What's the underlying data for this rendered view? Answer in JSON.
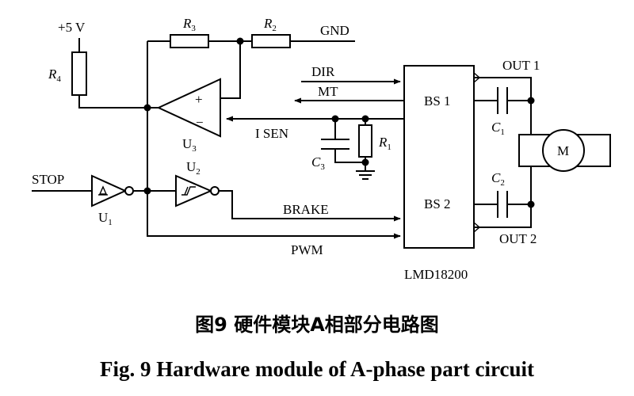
{
  "labels": {
    "vcc": "+5  V",
    "gnd": "GND",
    "stop": "STOP",
    "dir": "DIR",
    "mt": "MT",
    "isen": "I  SEN",
    "brake": "BRAKE",
    "pwm": "PWM",
    "bs1": "BS  1",
    "bs2": "BS  2",
    "out1": "OUT  1",
    "out2": "OUT  2",
    "chip": "LMD18200",
    "motor": "M",
    "opamp_plus": "+",
    "opamp_minus": "−"
  },
  "components": {
    "R4": {
      "letter": "R",
      "sub": "4"
    },
    "R3": {
      "letter": "R",
      "sub": "3"
    },
    "R2": {
      "letter": "R",
      "sub": "2"
    },
    "R1": {
      "letter": "R",
      "sub": "1"
    },
    "C1": {
      "letter": "C",
      "sub": "1"
    },
    "C2": {
      "letter": "C",
      "sub": "2"
    },
    "C3": {
      "letter": "C",
      "sub": "3"
    },
    "U1": {
      "letter": "U",
      "sub": "1"
    },
    "U2": {
      "letter": "U",
      "sub": "2"
    },
    "U3": {
      "letter": "U",
      "sub": "3"
    }
  },
  "caption": {
    "chinese": "图9  硬件模块A相部分电路图",
    "english": "Fig. 9  Hardware module of A-phase part circuit"
  }
}
